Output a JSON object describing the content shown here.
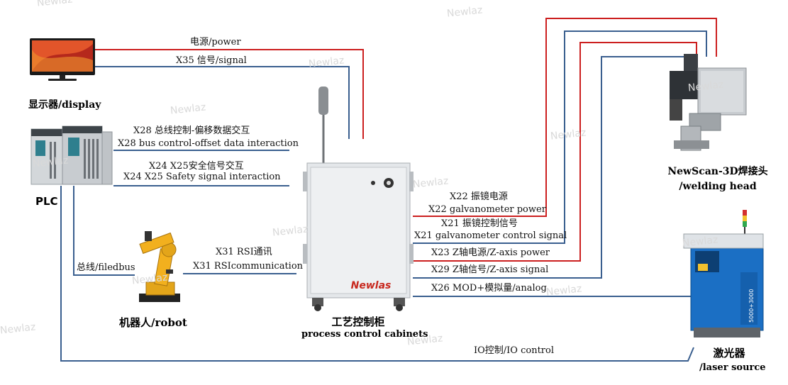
{
  "devices": {
    "display": "显示器/display",
    "plc": "PLC",
    "robot": "机器人/robot",
    "cabinet_cn": "工艺控制柜",
    "cabinet_en": "process control cabinets",
    "welding_head_1": "NewScan-3D焊接头",
    "welding_head_2": "/welding head",
    "laser_cn": "激光器",
    "laser_en": "/laser source"
  },
  "connections": {
    "power": "电源/power",
    "x35": "X35 信号/signal",
    "x28_cn": "X28 总线控制-偏移数据交互",
    "x28_en": "X28  bus control-offset data interaction",
    "x24_cn": "X24  X25安全信号交互",
    "x24_en": "X24  X25  Safety signal interaction",
    "x31_cn": "X31 RSI通讯",
    "x31_en": "X31 RSIcommunication",
    "fieldbus": "总线/filedbus",
    "x22_cn": "X22  振镜电源",
    "x22_en": "X22 galvanometer power",
    "x21_cn": "X21  振镜控制信号",
    "x21_en": "X21 galvanometer control signal",
    "x23": "X23 Z轴电源/Z-axis power",
    "x29": "X29 Z轴信号/Z-axis signal",
    "x26": "X26 MOD+模拟量/analog",
    "io": "IO控制/IO control"
  },
  "brand": "Newlas",
  "watermark": "Newlaz",
  "laser_panel_text": "5000+3000",
  "colors": {
    "power": "#cc1f1f",
    "signal": "#3a5f8f",
    "brand": "#c8281e"
  }
}
